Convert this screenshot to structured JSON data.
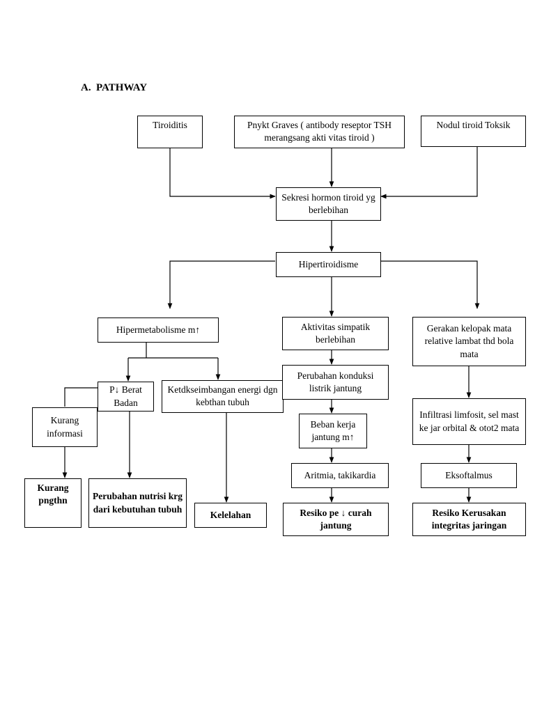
{
  "heading": {
    "number": "A.",
    "title": "PATHWAY"
  },
  "nodes": {
    "tiroiditis": "Tiroiditis",
    "graves": "Pnykt Graves ( antibody reseptor TSH merangsang akti vitas tiroid )",
    "nodul": "Nodul tiroid Toksik",
    "sekresi": "Sekresi hormon tiroid yg berlebihan",
    "hipertiroidisme": "Hipertiroidisme",
    "hipermetabolisme": "Hipermetabolisme m↑",
    "aktivitas_simpatik": "Aktivitas simpatik berlebihan",
    "gerakan_kelopak": "Gerakan kelopak mata relative lambat thd bola mata",
    "berat_badan": "P↓ Berat Badan",
    "ketidakseimbangan": "Ketdkseimbangan energi dgn kebthan tubuh",
    "konduksi": "Perubahan konduksi listrik jantung",
    "infiltrasi": "Infiltrasi limfosit, sel mast ke jar orbital & otot2 mata",
    "kurang_informasi": "Kurang informasi",
    "beban_kerja": "Beban kerja jantung m↑",
    "aritmia": "Aritmia, takikardia",
    "eksoftalmus": "Eksoftalmus",
    "kurang_pengetahuan": "Kurang pngthn",
    "perubahan_nutrisi": "Perubahan nutrisi krg dari kebutuhan tubuh",
    "kelelahan": "Kelelahan",
    "resiko_curah": "Resiko pe ↓ curah jantung",
    "resiko_kerusakan": "Resiko Kerusakan integritas jaringan"
  }
}
